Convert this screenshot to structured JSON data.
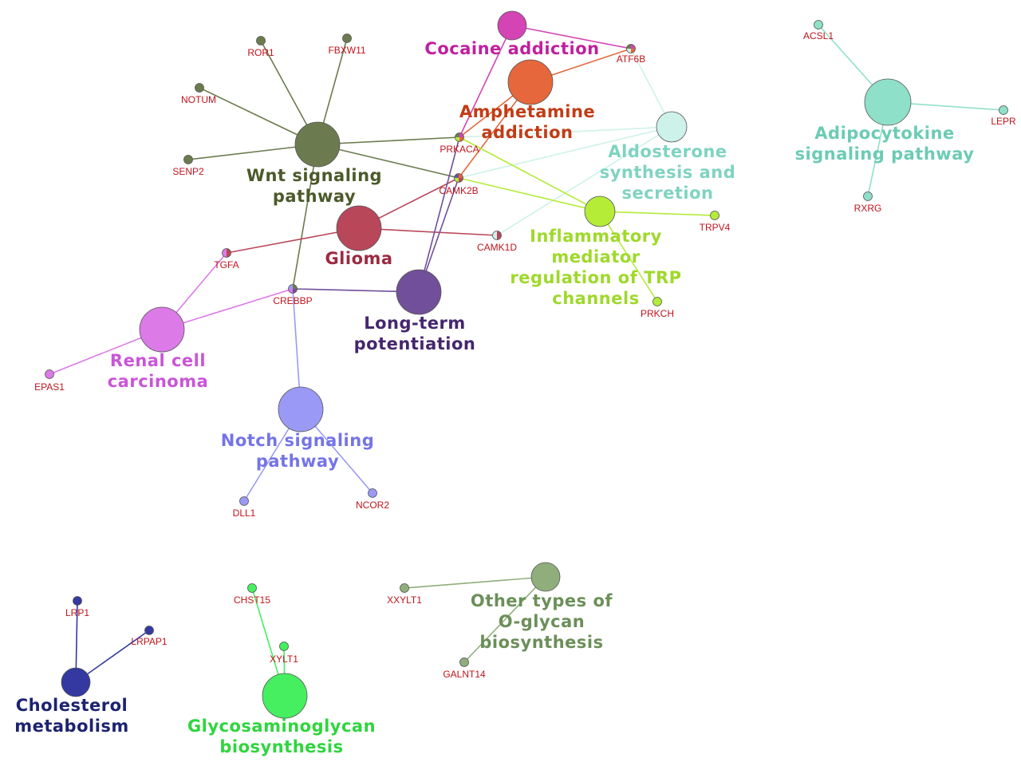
{
  "pathways": [
    {
      "id": "wnt",
      "lines": [
        "Wnt signaling",
        "pathway"
      ],
      "color": "#6b7b4f",
      "text_color": "#4b5a2a"
    },
    {
      "id": "cocaine",
      "lines": [
        "Cocaine addiction"
      ],
      "color": "#d444b5",
      "text_color": "#c0209e"
    },
    {
      "id": "amphetamine",
      "lines": [
        "Amphetamine",
        "addiction"
      ],
      "color": "#e5673b",
      "text_color": "#c23c15"
    },
    {
      "id": "aldosterone",
      "lines": [
        "Aldosterone",
        "synthesis and",
        "secretion"
      ],
      "color": "#cdf2ea",
      "text_color": "#7fd3c1"
    },
    {
      "id": "adipocytokine",
      "lines": [
        "Adipocytokine",
        "signaling pathway"
      ],
      "color": "#8fe0c8",
      "text_color": "#6ccbb4"
    },
    {
      "id": "glioma",
      "lines": [
        "Glioma"
      ],
      "color": "#b8475a",
      "text_color": "#9c2a40"
    },
    {
      "id": "inflammatory",
      "lines": [
        "Inflammatory",
        "mediator",
        "regulation of TRP",
        "channels"
      ],
      "color": "#b4ec38",
      "text_color": "#9fd92a"
    },
    {
      "id": "ltp",
      "lines": [
        "Long-term",
        "potentiation"
      ],
      "color": "#714f9a",
      "text_color": "#45266e"
    },
    {
      "id": "renal",
      "lines": [
        "Renal cell",
        "carcinoma"
      ],
      "color": "#dc7ae8",
      "text_color": "#c955d8"
    },
    {
      "id": "notch",
      "lines": [
        "Notch signaling",
        "pathway"
      ],
      "color": "#9a9af6",
      "text_color": "#7474e8"
    },
    {
      "id": "cholesterol",
      "lines": [
        "Cholesterol",
        "metabolism"
      ],
      "color": "#3339a0",
      "text_color": "#1c2370"
    },
    {
      "id": "glycosaminoglycan",
      "lines": [
        "Glycosaminoglycan",
        "biosynthesis"
      ],
      "color": "#45ef5f",
      "text_color": "#2fd53e"
    },
    {
      "id": "oglycan",
      "lines": [
        "Other types of",
        "O-glycan",
        "biosynthesis"
      ],
      "color": "#8fae7c",
      "text_color": "#6b8f58"
    }
  ],
  "genes": [
    {
      "id": "ROR1",
      "label": "ROR1"
    },
    {
      "id": "FBXW11",
      "label": "FBXW11"
    },
    {
      "id": "NOTUM",
      "label": "NOTUM"
    },
    {
      "id": "SENP2",
      "label": "SENP2"
    },
    {
      "id": "ATF6B",
      "label": "ATF6B"
    },
    {
      "id": "PRKACA",
      "label": "PRKACA"
    },
    {
      "id": "CAMK2B",
      "label": "CAMK2B"
    },
    {
      "id": "CAMK1D",
      "label": "CAMK1D"
    },
    {
      "id": "TGFA",
      "label": "TGFA"
    },
    {
      "id": "CREBBP",
      "label": "CREBBP"
    },
    {
      "id": "EPAS1",
      "label": "EPAS1"
    },
    {
      "id": "TRPV4",
      "label": "TRPV4"
    },
    {
      "id": "PRKCH",
      "label": "PRKCH"
    },
    {
      "id": "ACSL1",
      "label": "ACSL1"
    },
    {
      "id": "LEPR",
      "label": "LEPR"
    },
    {
      "id": "RXRG",
      "label": "RXRG"
    },
    {
      "id": "DLL1",
      "label": "DLL1"
    },
    {
      "id": "NCOR2",
      "label": "NCOR2"
    },
    {
      "id": "LRP1",
      "label": "LRP1"
    },
    {
      "id": "LRPAP1",
      "label": "LRPAP1"
    },
    {
      "id": "CHST15",
      "label": "CHST15"
    },
    {
      "id": "XYLT1",
      "label": "XYLT1"
    },
    {
      "id": "XXYLT1",
      "label": "XXYLT1"
    },
    {
      "id": "GALNT14",
      "label": "GALNT14"
    }
  ],
  "edges": [
    [
      "wnt",
      "ROR1"
    ],
    [
      "wnt",
      "FBXW11"
    ],
    [
      "wnt",
      "NOTUM"
    ],
    [
      "wnt",
      "SENP2"
    ],
    [
      "wnt",
      "PRKACA"
    ],
    [
      "wnt",
      "CAMK2B"
    ],
    [
      "wnt",
      "CREBBP"
    ],
    [
      "cocaine",
      "ATF6B"
    ],
    [
      "cocaine",
      "PRKACA"
    ],
    [
      "amphetamine",
      "ATF6B"
    ],
    [
      "amphetamine",
      "PRKACA"
    ],
    [
      "amphetamine",
      "CAMK2B"
    ],
    [
      "aldosterone",
      "ATF6B"
    ],
    [
      "aldosterone",
      "PRKACA"
    ],
    [
      "aldosterone",
      "CAMK2B"
    ],
    [
      "aldosterone",
      "CAMK1D"
    ],
    [
      "glioma",
      "CAMK2B"
    ],
    [
      "glioma",
      "TGFA"
    ],
    [
      "glioma",
      "CAMK1D"
    ],
    [
      "inflammatory",
      "PRKACA"
    ],
    [
      "inflammatory",
      "CAMK2B"
    ],
    [
      "inflammatory",
      "TRPV4"
    ],
    [
      "inflammatory",
      "PRKCH"
    ],
    [
      "ltp",
      "PRKACA"
    ],
    [
      "ltp",
      "CAMK2B"
    ],
    [
      "ltp",
      "CREBBP"
    ],
    [
      "renal",
      "TGFA"
    ],
    [
      "renal",
      "CREBBP"
    ],
    [
      "renal",
      "EPAS1"
    ],
    [
      "notch",
      "CREBBP"
    ],
    [
      "notch",
      "DLL1"
    ],
    [
      "notch",
      "NCOR2"
    ],
    [
      "adipocytokine",
      "ACSL1"
    ],
    [
      "adipocytokine",
      "LEPR"
    ],
    [
      "adipocytokine",
      "RXRG"
    ],
    [
      "cholesterol",
      "LRP1"
    ],
    [
      "cholesterol",
      "LRPAP1"
    ],
    [
      "glycosaminoglycan",
      "CHST15"
    ],
    [
      "glycosaminoglycan",
      "XYLT1"
    ],
    [
      "oglycan",
      "XXYLT1"
    ],
    [
      "oglycan",
      "GALNT14"
    ]
  ]
}
